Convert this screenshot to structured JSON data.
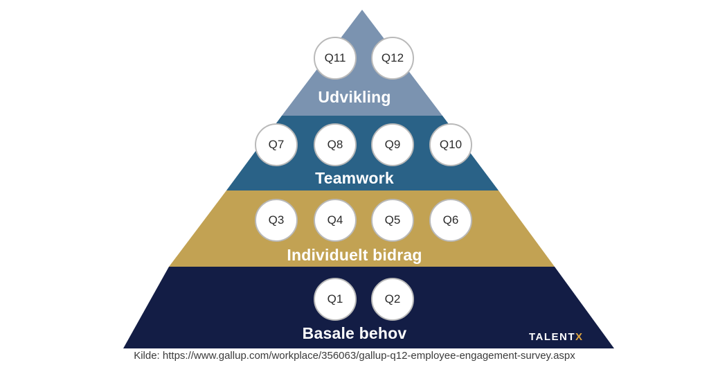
{
  "colors": {
    "udvikling": "#7b93b0",
    "teamwork": "#2a6287",
    "individuelt_bidrag": "#c2a253",
    "basale_behov": "#131d45",
    "logo_x": "#e0a640"
  },
  "tiers": {
    "udvikling": {
      "label": "Udvikling",
      "questions": [
        "Q11",
        "Q12"
      ]
    },
    "teamwork": {
      "label": "Teamwork",
      "questions": [
        "Q7",
        "Q8",
        "Q9",
        "Q10"
      ]
    },
    "individuelt_bidrag": {
      "label": "Individuelt bidrag",
      "questions": [
        "Q3",
        "Q4",
        "Q5",
        "Q6"
      ]
    },
    "basale_behov": {
      "label": "Basale behov",
      "questions": [
        "Q1",
        "Q2"
      ]
    }
  },
  "logo": {
    "main": "TALENT",
    "accent": "X"
  },
  "source": "Kilde: https://www.gallup.com/workplace/356063/gallup-q12-employee-engagement-survey.aspx"
}
